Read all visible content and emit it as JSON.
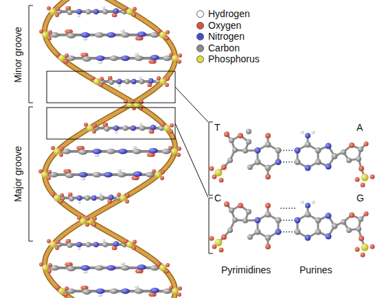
{
  "diagram": {
    "labels": [
      "Minor groove",
      "Major groove",
      "T",
      "A",
      "C",
      "G",
      "Pyrimidines",
      "Purines"
    ],
    "legend": [
      {
        "text": "Hydrogen",
        "color": "#ffffff"
      },
      {
        "text": "Oxygen",
        "color": "#d9533f"
      },
      {
        "text": "Nitrogen",
        "color": "#4a4ad0"
      },
      {
        "text": "Carbon",
        "color": "#8c8c8c"
      },
      {
        "text": "Phosphorus",
        "color": "#e3dc3c"
      }
    ]
  }
}
